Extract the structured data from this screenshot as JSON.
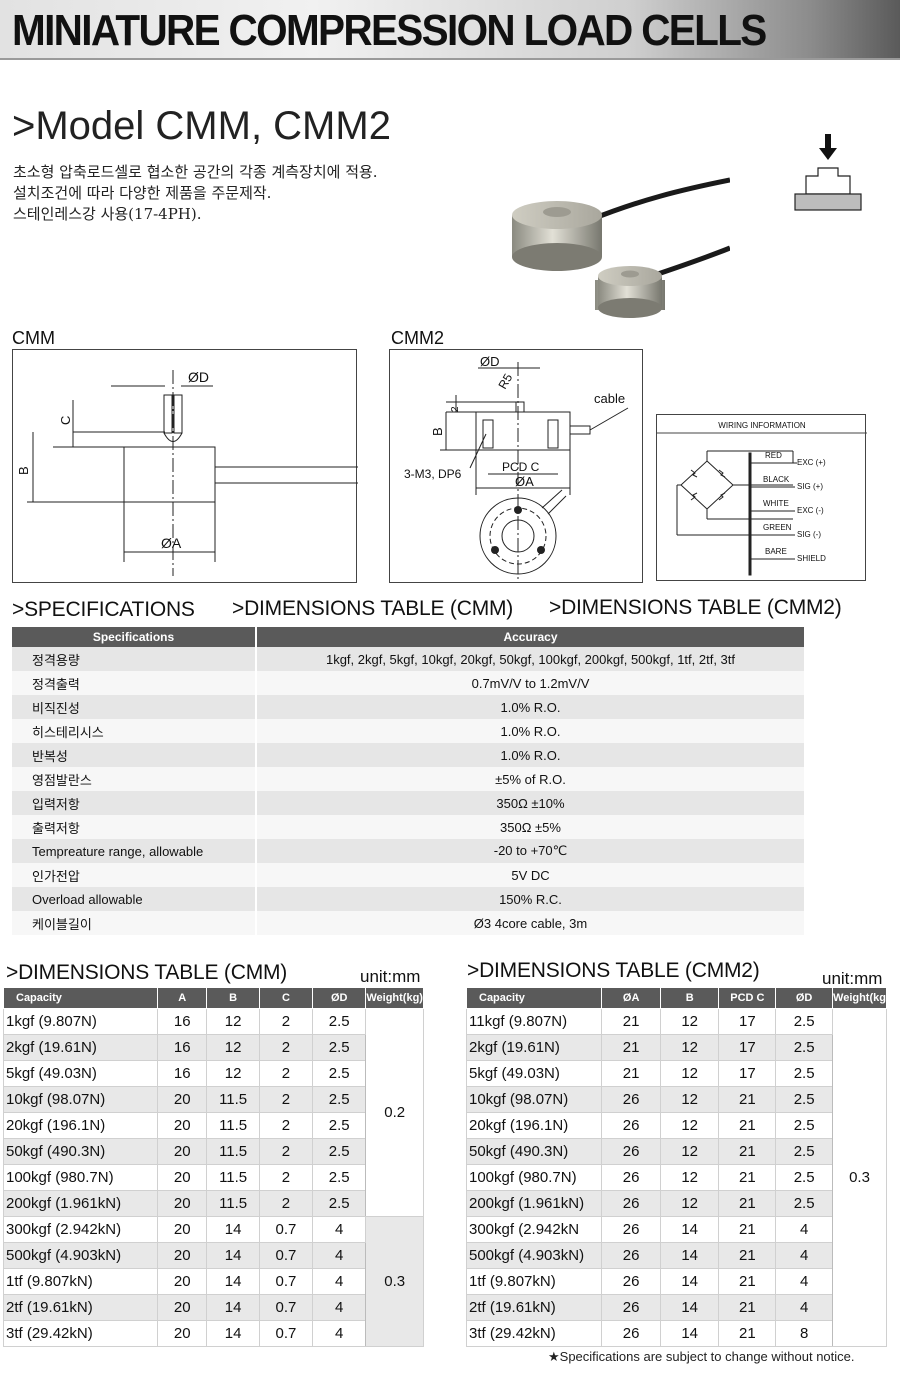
{
  "header": {
    "title": "MINIATURE COMPRESSION LOAD CELLS"
  },
  "model": {
    "title": ">Model CMM, CMM2",
    "features": [
      "초소형 압축로드셀로 협소한 공간의 각종 계측장치에 적용.",
      "설치조건에 따라 다양한 제품을 주문제작.",
      "스테인레스강 사용(17-4PH)."
    ]
  },
  "diagrams": {
    "cmm": {
      "label": "CMM",
      "od": "ØD",
      "c": "C",
      "b": "B",
      "oa": "ØA"
    },
    "cmm2": {
      "label": "CMM2",
      "od": "ØD",
      "r": "R5",
      "two": "2",
      "b": "B",
      "cable": "cable",
      "thread": "3-M3, DP6",
      "pcd": "PCD C",
      "oa": "ØA"
    },
    "wiring": {
      "title": "WIRING INFORMATION",
      "wires": [
        {
          "color": "RED",
          "signal": "EXC (+)"
        },
        {
          "color": "BLACK",
          "signal": "SIG (+)"
        },
        {
          "color": "WHITE",
          "signal": "EXC (-)"
        },
        {
          "color": "GREEN",
          "signal": "SIG (-)"
        },
        {
          "color": "BARE",
          "signal": "SHIELD"
        }
      ]
    }
  },
  "sections": {
    "specifications": ">SPECIFICATIONS",
    "dim_cmm": ">DIMENSIONS TABLE (CMM)",
    "dim_cmm2": ">DIMENSIONS TABLE (CMM2)"
  },
  "spec_table": {
    "headers": [
      "Specifications",
      "Accuracy"
    ],
    "rows": [
      [
        "정격용량",
        "1kgf, 2kgf, 5kgf, 10kgf, 20kgf, 50kgf, 100kgf, 200kgf, 500kgf, 1tf, 2tf, 3tf"
      ],
      [
        "정격출력",
        "0.7mV/V to 1.2mV/V"
      ],
      [
        "비직진성",
        "1.0% R.O."
      ],
      [
        "히스테리시스",
        "1.0% R.O."
      ],
      [
        "반복성",
        "1.0% R.O."
      ],
      [
        "영점발란스",
        "±5% of R.O."
      ],
      [
        "입력저항",
        "350Ω ±10%"
      ],
      [
        "출력저항",
        "350Ω ±5%"
      ],
      [
        "Tempreature range, allowable",
        "-20 to +70℃"
      ],
      [
        "인가전압",
        "5V DC"
      ],
      [
        "Overload allowable",
        "150% R.C."
      ],
      [
        "케이블길이",
        "Ø3 4core cable, 3m"
      ]
    ]
  },
  "cmm_table": {
    "title": ">DIMENSIONS TABLE (CMM)",
    "unit": "unit:mm",
    "headers": [
      "Capacity",
      "A",
      "B",
      "C",
      "ØD",
      "Weight(kg)"
    ],
    "rows": [
      [
        "1kgf (9.807N)",
        "16",
        "12",
        "2",
        "2.5"
      ],
      [
        "2kgf (19.61N)",
        "16",
        "12",
        "2",
        "2.5"
      ],
      [
        "5kgf (49.03N)",
        "16",
        "12",
        "2",
        "2.5"
      ],
      [
        "10kgf (98.07N)",
        "20",
        "11.5",
        "2",
        "2.5"
      ],
      [
        "20kgf (196.1N)",
        "20",
        "11.5",
        "2",
        "2.5"
      ],
      [
        "50kgf (490.3N)",
        "20",
        "11.5",
        "2",
        "2.5"
      ],
      [
        "100kgf (980.7N)",
        "20",
        "11.5",
        "2",
        "2.5"
      ],
      [
        "200kgf (1.961kN)",
        "20",
        "11.5",
        "2",
        "2.5"
      ],
      [
        "300kgf (2.942kN)",
        "20",
        "14",
        "0.7",
        "4"
      ],
      [
        "500kgf (4.903kN)",
        "20",
        "14",
        "0.7",
        "4"
      ],
      [
        "1tf (9.807kN)",
        "20",
        "14",
        "0.7",
        "4"
      ],
      [
        "2tf (19.61kN)",
        "20",
        "14",
        "0.7",
        "4"
      ],
      [
        "3tf (29.42kN)",
        "20",
        "14",
        "0.7",
        "4"
      ]
    ],
    "weights": [
      "0.2",
      "0.3"
    ]
  },
  "cmm2_table": {
    "title": ">DIMENSIONS TABLE (CMM2)",
    "unit": "unit:mm",
    "headers": [
      "Capacity",
      "ØA",
      "B",
      "PCD C",
      "ØD",
      "Weight(kg"
    ],
    "rows": [
      [
        "11kgf (9.807N)",
        "21",
        "12",
        "17",
        "2.5"
      ],
      [
        "2kgf (19.61N)",
        "21",
        "12",
        "17",
        "2.5"
      ],
      [
        "5kgf (49.03N)",
        "21",
        "12",
        "17",
        "2.5"
      ],
      [
        "10kgf (98.07N)",
        "26",
        "12",
        "21",
        "2.5"
      ],
      [
        "20kgf (196.1N)",
        "26",
        "12",
        "21",
        "2.5"
      ],
      [
        "50kgf (490.3N)",
        "26",
        "12",
        "21",
        "2.5"
      ],
      [
        "100kgf (980.7N)",
        "26",
        "12",
        "21",
        "2.5"
      ],
      [
        "200kgf (1.961kN)",
        "26",
        "12",
        "21",
        "2.5"
      ],
      [
        "300kgf (2.942kN",
        "26",
        "14",
        "21",
        "4"
      ],
      [
        "500kgf (4.903kN)",
        "26",
        "14",
        "21",
        "4"
      ],
      [
        "1tf (9.807kN)",
        "26",
        "14",
        "21",
        "4"
      ],
      [
        "2tf (19.61kN)",
        "26",
        "14",
        "21",
        "4"
      ],
      [
        "3tf (29.42kN)",
        "26",
        "14",
        "21",
        "8"
      ]
    ],
    "weight": "0.3"
  },
  "notice": "★Specifications are subject to change without notice."
}
